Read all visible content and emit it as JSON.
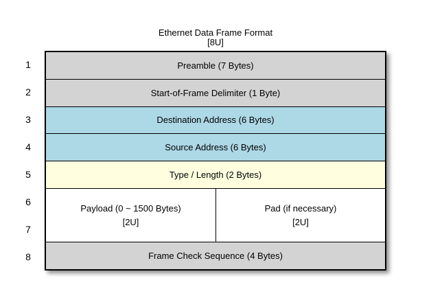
{
  "title": {
    "line1": "Ethernet Data Frame Format",
    "line2": "[8U]"
  },
  "row_numbers": [
    "1",
    "2",
    "3",
    "4",
    "5",
    "6",
    "7",
    "8"
  ],
  "rows": [
    {
      "label": "Preamble (7 Bytes)",
      "bg": "#d3d3d3"
    },
    {
      "label": "Start-of-Frame Delimiter (1 Byte)",
      "bg": "#d3d3d3"
    },
    {
      "label": "Destination Address (6 Bytes)",
      "bg": "#add8e6"
    },
    {
      "label": "Source Address (6 Bytes)",
      "bg": "#add8e6"
    },
    {
      "label": "Type / Length (2 Bytes)",
      "bg": "#ffffe0"
    },
    {
      "bg": "#ffffff",
      "cells": [
        {
          "line1": "Payload (0 ~ 1500 Bytes)",
          "line2": "[2U]"
        },
        {
          "line1": "Pad (if necessary)",
          "line2": "[2U]"
        }
      ]
    },
    {
      "label": "Frame Check Sequence (4 Bytes)",
      "bg": "#d3d3d3"
    }
  ],
  "colors": {
    "gray_field": "#d3d3d3",
    "address_field": "#add8e6",
    "type_field": "#ffffe0",
    "payload_field": "#ffffff",
    "border": "#000000",
    "background": "#ffffff"
  }
}
